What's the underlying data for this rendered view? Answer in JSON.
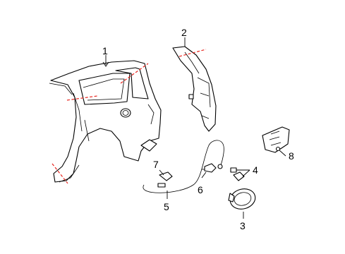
{
  "callouts": [
    {
      "id": "1",
      "label": "1"
    },
    {
      "id": "2",
      "label": "2"
    },
    {
      "id": "3",
      "label": "3"
    },
    {
      "id": "4",
      "label": "4"
    },
    {
      "id": "5",
      "label": "5"
    },
    {
      "id": "6",
      "label": "6"
    },
    {
      "id": "7",
      "label": "7"
    },
    {
      "id": "8",
      "label": "8"
    }
  ],
  "colors": {
    "line": "#000000",
    "cut_line": "#e8261f",
    "background": "#ffffff"
  }
}
